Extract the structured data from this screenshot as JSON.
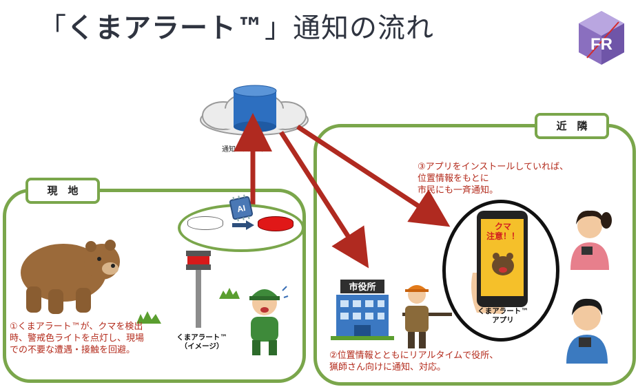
{
  "title": {
    "prefix": "「",
    "brand": "くまアラート™",
    "suffix": "」通知の流れ"
  },
  "logo": {
    "text": "FR"
  },
  "cloud": {
    "label": "通知システム"
  },
  "ai_chip": {
    "label": "AI"
  },
  "site": {
    "tag": "現　地",
    "note": "①くまアラート™が、クマを検出\n時、警戒色ライトを点灯し、現場\nでの不要な遭遇・接触を回避。",
    "device_label": "くまアラート™\n（イメージ）"
  },
  "nearby": {
    "tag": "近　隣",
    "note_top": "③アプリをインストールしていれば、\n位置情報をもとに\n市民にも一斉通知。",
    "note_bottom": "②位置情報とともにリアルタイムで役所、\n猟師さん向けに通知、対応。",
    "building_sign": "市役所",
    "phone_screen": "クマ\n注意！！",
    "app_label": "くまアラート™\nアプリ"
  },
  "colors": {
    "green": "#7aa64b",
    "red_arrow": "#b02a20",
    "red_text": "#b32a1b",
    "db_blue": "#2d6fc0"
  }
}
